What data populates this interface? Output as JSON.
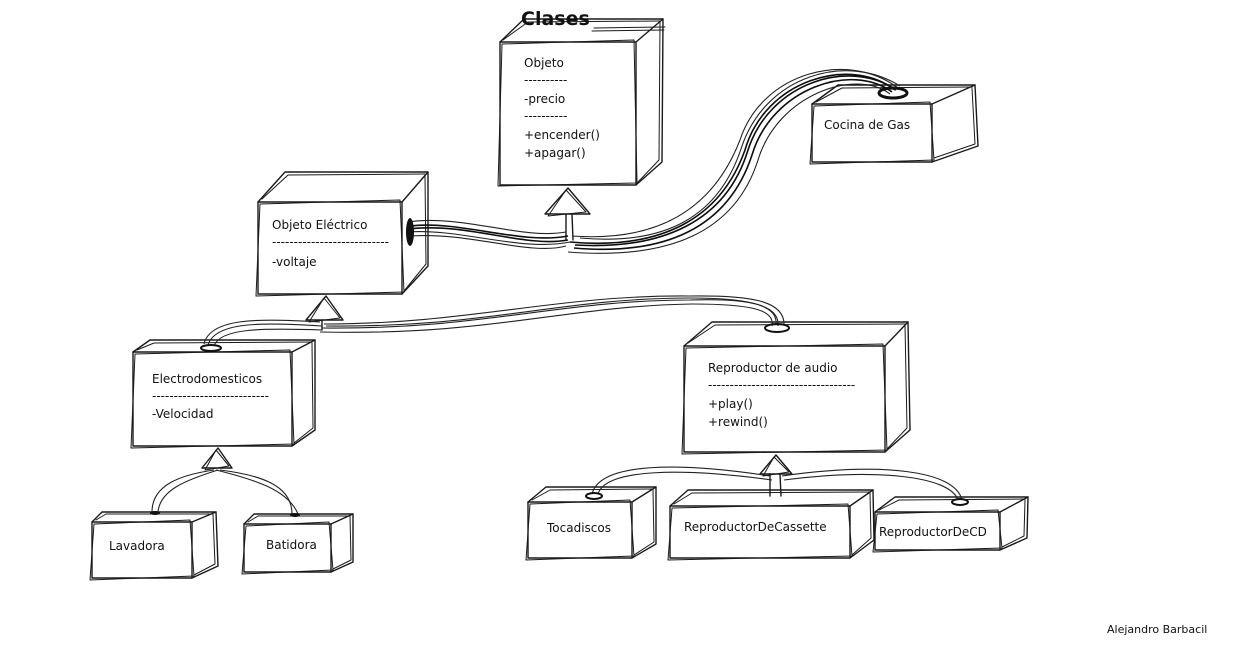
{
  "title": "Clases",
  "author": "Alejandro Barbacil",
  "classes": {
    "objeto": {
      "name": "Objeto",
      "sep1": "----------",
      "attr": "-precio",
      "sep2": "----------",
      "m1": "+encender()",
      "m2": "+apagar()"
    },
    "objeto_electrico": {
      "name": "Objeto Eléctrico",
      "sep": "---------------------------",
      "attr": "-voltaje"
    },
    "cocina_gas": {
      "name": "Cocina de Gas"
    },
    "electrodomesticos": {
      "name": "Electrodomesticos",
      "sep": "---------------------------",
      "attr": "-Velocidad"
    },
    "reproductor_audio": {
      "name": "Reproductor de audio",
      "sep": "----------------------------------",
      "m1": "+play()",
      "m2": "+rewind()"
    },
    "lavadora": {
      "name": "Lavadora"
    },
    "batidora": {
      "name": "Batidora"
    },
    "tocadiscos": {
      "name": "Tocadiscos"
    },
    "cassette": {
      "name": "ReproductorDeCassette"
    },
    "cd": {
      "name": "ReproductorDeCD"
    }
  }
}
